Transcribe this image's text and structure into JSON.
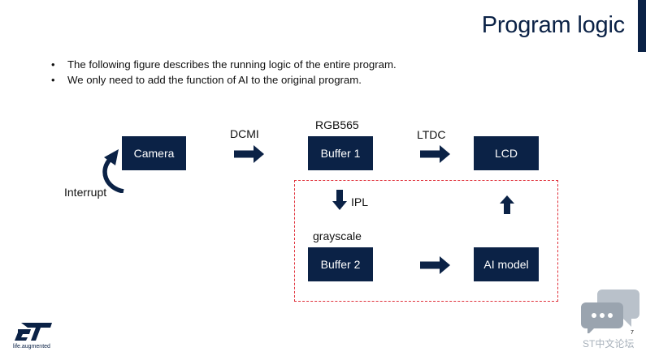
{
  "slide": {
    "title": "Program logic",
    "bullets": [
      "The following figure describes the running logic of the entire program.",
      "We only need to add the function of AI to the original program."
    ],
    "page_number": "7"
  },
  "diagram": {
    "boxes": {
      "camera": "Camera",
      "buffer1": "Buffer 1",
      "lcd": "LCD",
      "buffer2": "Buffer 2",
      "ai_model": "AI model"
    },
    "labels": {
      "dcmi": "DCMI",
      "rgb565": "RGB565",
      "ltdc": "LTDC",
      "ipl": "IPL",
      "grayscale": "grayscale",
      "interrupt": "Interrupt"
    }
  },
  "footer": {
    "logo_tagline": "life.augmented",
    "watermark_text": "ST中文论坛"
  },
  "colors": {
    "box_fill": "#0b2246",
    "dashed_border": "#e0303a",
    "title_color": "#0b2246"
  },
  "icons": [
    "st-logo-icon",
    "chat-bubbles-icon",
    "arrow-right-icon",
    "arrow-down-icon",
    "arrow-up-icon",
    "curved-arrow-icon"
  ]
}
